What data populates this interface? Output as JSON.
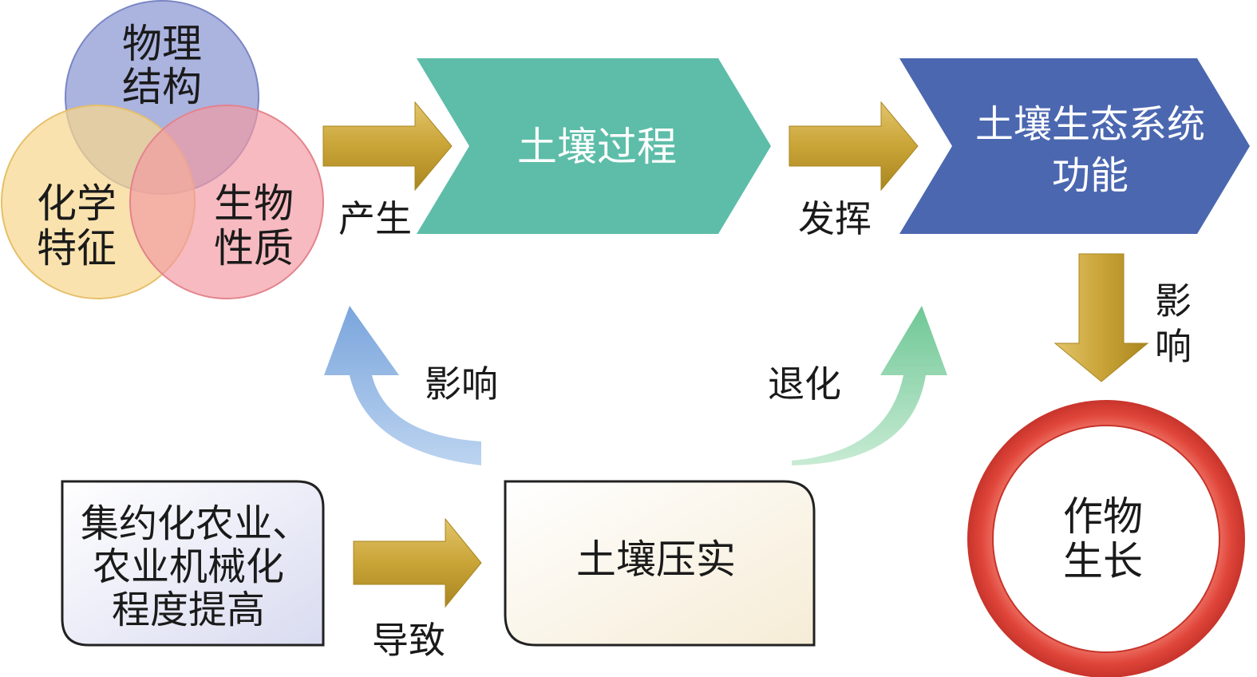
{
  "venn": {
    "physical": [
      "物理",
      "结构"
    ],
    "chemical": [
      "化学",
      "特征"
    ],
    "biological": [
      "生物",
      "性质"
    ],
    "colors": {
      "physical": "#8f9ad4",
      "chemical": "#f6d78e",
      "biological": "#f29aa2"
    }
  },
  "labels": {
    "produce": "产生",
    "exert": "发挥",
    "affect_right": [
      "影",
      "响"
    ],
    "affect_left": "影响",
    "degrade": "退化",
    "cause": "导致"
  },
  "nodes": {
    "soil_process": "土壤过程",
    "ecosystem_function": [
      "土壤生态系统",
      "功能"
    ],
    "compaction": "土壤压实",
    "agriculture": [
      "集约化农业、",
      "农业机械化",
      "程度提高"
    ],
    "crop_growth": [
      "作物",
      "生长"
    ]
  },
  "colors": {
    "soil_process": "#5dbda8",
    "ecosystem_function": "#4b67b0",
    "gold_arrow": "#c9a437",
    "blue_arrow": "#86aee0",
    "green_arrow": "#7fcfa2",
    "ring": "#e0453a"
  }
}
